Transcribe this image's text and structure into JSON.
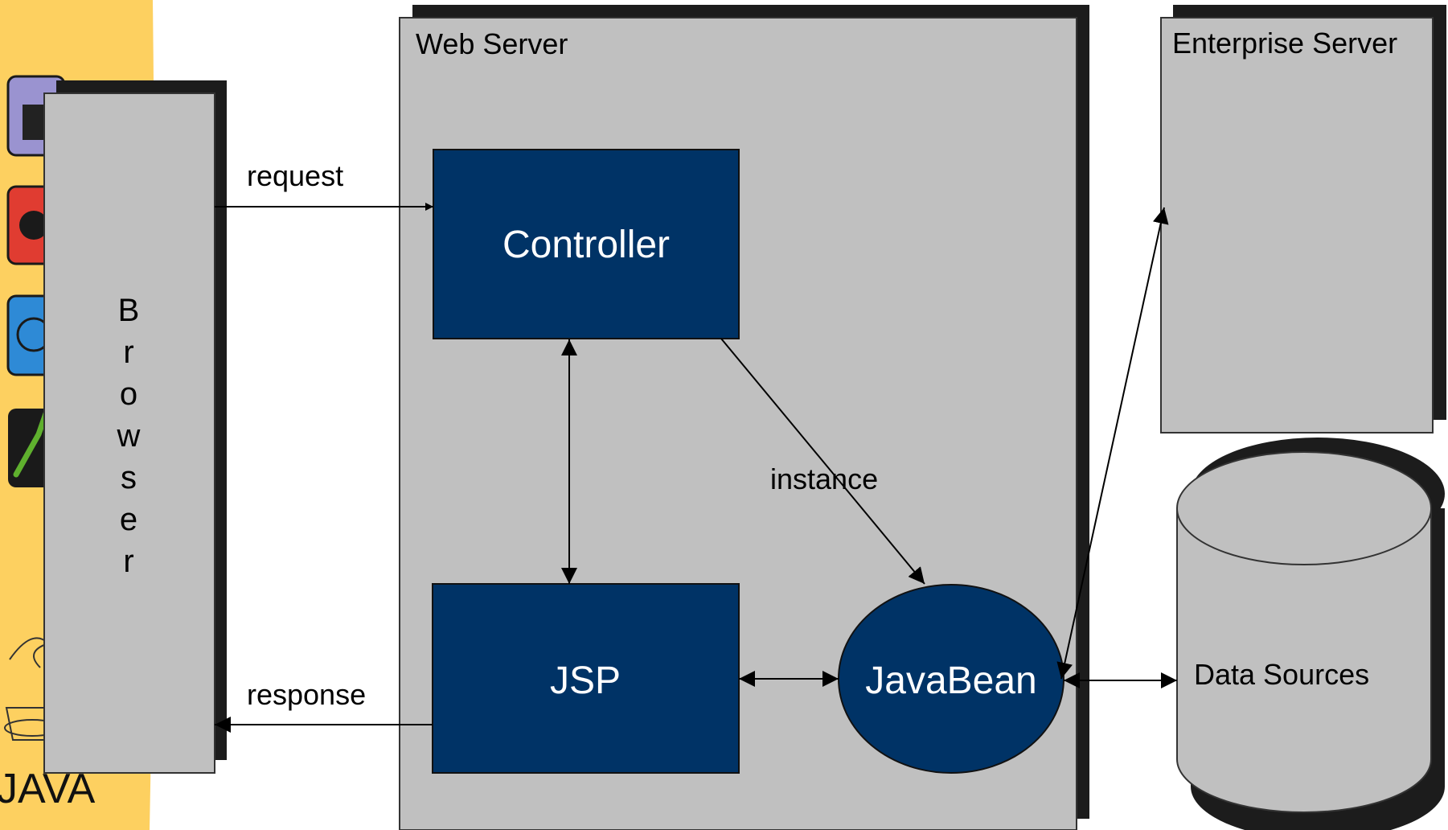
{
  "web_server": {
    "title": "Web Server"
  },
  "enterprise_server": {
    "title": "Enterprise Server"
  },
  "browser": {
    "letters": [
      "B",
      "r",
      "o",
      "w",
      "s",
      "e",
      "r"
    ]
  },
  "controller": {
    "label": "Controller"
  },
  "jsp": {
    "label": "JSP"
  },
  "javabean": {
    "label": "JavaBean"
  },
  "data_sources": {
    "label": "Data Sources"
  },
  "edges": {
    "request": "request",
    "response": "response",
    "instance": "instance"
  },
  "logo": {
    "text": "JAVA"
  },
  "colors": {
    "panel": "#c0c0c0",
    "shadow": "#1c1c1c",
    "node": "#003366",
    "strip": "#fdd060"
  },
  "icons": [
    "painter-icon",
    "telephone-icon",
    "globe-icon",
    "hand-icon",
    "coffee-cup-icon"
  ]
}
